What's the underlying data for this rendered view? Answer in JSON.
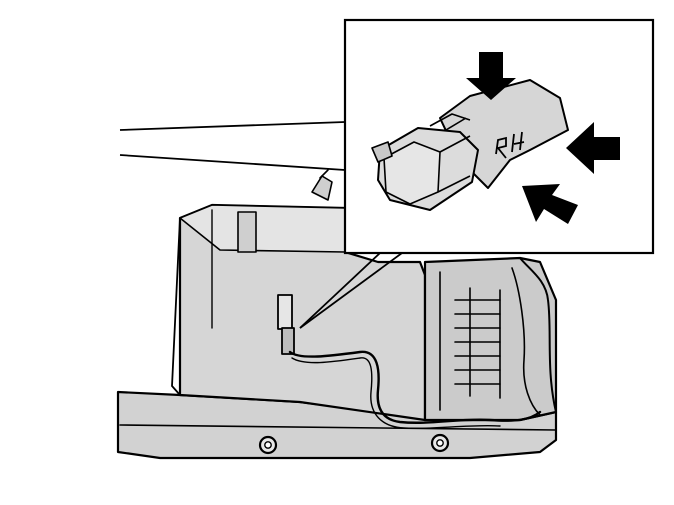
{
  "figure": {
    "kind": "service-manual-illustration",
    "callout": {
      "label_text": "RH",
      "arrow_count": 3
    },
    "colors": {
      "line": "#000000",
      "part_fill": "#d6d6d6",
      "part_shadow": "#b9b9b9",
      "connector_fill": "#d9d9d9",
      "background": "#ffffff"
    }
  }
}
